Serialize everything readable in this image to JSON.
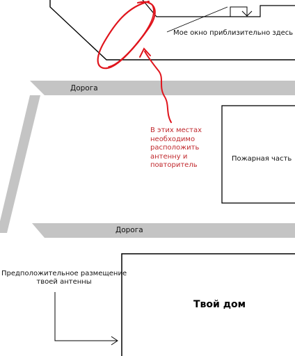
{
  "labels": {
    "my_window": "Мое окно приблизительно здесь",
    "road_top": "Дорога",
    "road_bottom": "Дорога",
    "fire_station": "Пожарная часть",
    "note_line1": "В этих местах",
    "note_line2": "необходимо",
    "note_line3": "расположить",
    "note_line4": "антенну и",
    "note_line5": "повторитель",
    "antenna_line1": "Предположительное размещение",
    "antenna_line2": "твоей антенны",
    "your_house": "Твой дом"
  },
  "colors": {
    "road": "#c4c4c4",
    "note": "#c0282d",
    "scribble": "#e0141c",
    "outline": "#000000"
  }
}
